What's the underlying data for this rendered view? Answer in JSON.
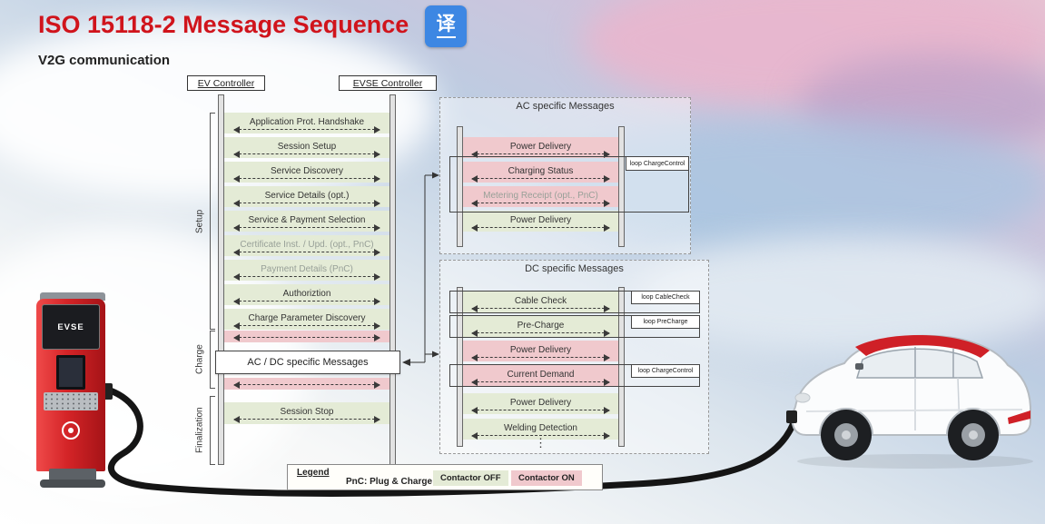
{
  "header": {
    "title": "ISO 15118-2 Message Sequence",
    "subtitle": "V2G communication",
    "translate_button_label": "译"
  },
  "colors": {
    "title_red": "#d0141c",
    "translate_blue": "#3d87e3",
    "green_band": "#e4ebd6",
    "pink_band": "#f0c9cd"
  },
  "main": {
    "ev_controller_label": "EV Controller",
    "evse_controller_label": "EVSE Controller",
    "phases": [
      {
        "label": "Setup"
      },
      {
        "label": "Charge"
      },
      {
        "label": "Finalization"
      }
    ],
    "messages": [
      {
        "label": "Application Prot. Handshake"
      },
      {
        "label": "Session Setup"
      },
      {
        "label": "Service Discovery"
      },
      {
        "label": "Service Details (opt.)"
      },
      {
        "label": "Service & Payment Selection"
      },
      {
        "label": "Certificate Inst. / Upd. (opt., PnC)"
      },
      {
        "label": "Payment Details (PnC)"
      },
      {
        "label": "Authoriztion"
      },
      {
        "label": "Charge Parameter Discovery"
      }
    ],
    "ac_dc_box_label": "AC / DC specific Messages",
    "session_stop_label": "Session Stop"
  },
  "ac_panel": {
    "title": "AC specific Messages",
    "messages": [
      {
        "label": "Power Delivery"
      },
      {
        "label": "Charging Status"
      },
      {
        "label": "Metering Receipt (opt., PnC)"
      },
      {
        "label": "Power Delivery"
      }
    ],
    "loop_label": "loop ChargeControl"
  },
  "dc_panel": {
    "title": "DC specific Messages",
    "messages": [
      {
        "label": "Cable Check",
        "loop": "loop CableCheck"
      },
      {
        "label": "Pre-Charge",
        "loop": "loop PreCharge"
      },
      {
        "label": "Power Delivery"
      },
      {
        "label": "Current Demand",
        "loop": "loop ChargeControl"
      },
      {
        "label": "Power Delivery"
      },
      {
        "label": "Welding Detection"
      }
    ],
    "ellipsis": "⋮"
  },
  "legend": {
    "title": "Legend",
    "pnc_note": "PnC: Plug & Charge",
    "contactor_off": "Contactor OFF",
    "contactor_on": "Contactor ON"
  },
  "station": {
    "label": "EVSE"
  }
}
